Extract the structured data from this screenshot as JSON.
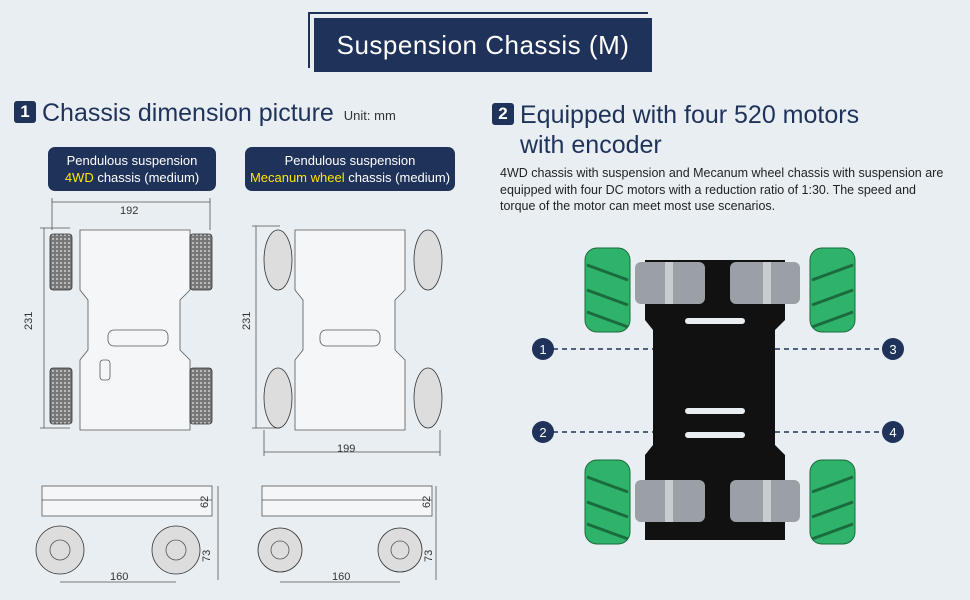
{
  "banner": {
    "title": "Suspension Chassis (M)"
  },
  "section1": {
    "number": "1",
    "title": "Chassis dimension picture",
    "unit": "Unit: mm",
    "left_label": {
      "line1": "Pendulous suspension",
      "highlight": "4WD",
      "rest": " chassis (medium)"
    },
    "right_label": {
      "line1": "Pendulous suspension",
      "highlight": "Mecanum wheel",
      "rest": " chassis (medium)"
    },
    "dims": {
      "width_4wd": "192",
      "length_4wd": "231",
      "length_mec": "231",
      "width_mec": "199",
      "height_4wd": "62",
      "wheel_h_4wd": "73",
      "base_4wd": "160",
      "height_mec": "62",
      "wheel_h_mec": "73",
      "base_mec": "160"
    }
  },
  "section2": {
    "number": "2",
    "title_line1": "Equipped with four 520 motors",
    "title_line2": "with encoder",
    "description": "4WD chassis with suspension and Mecanum wheel chassis with suspension are equipped with four DC motors with a reduction ratio of 1:30. The speed and torque of the motor can meet most use scenarios.",
    "callouts": [
      "1",
      "2",
      "3",
      "4"
    ]
  },
  "colors": {
    "navy": "#1f3259",
    "highlight": "#ffe600",
    "wheel_green": "#2fb36a",
    "background": "#e8eef2"
  }
}
